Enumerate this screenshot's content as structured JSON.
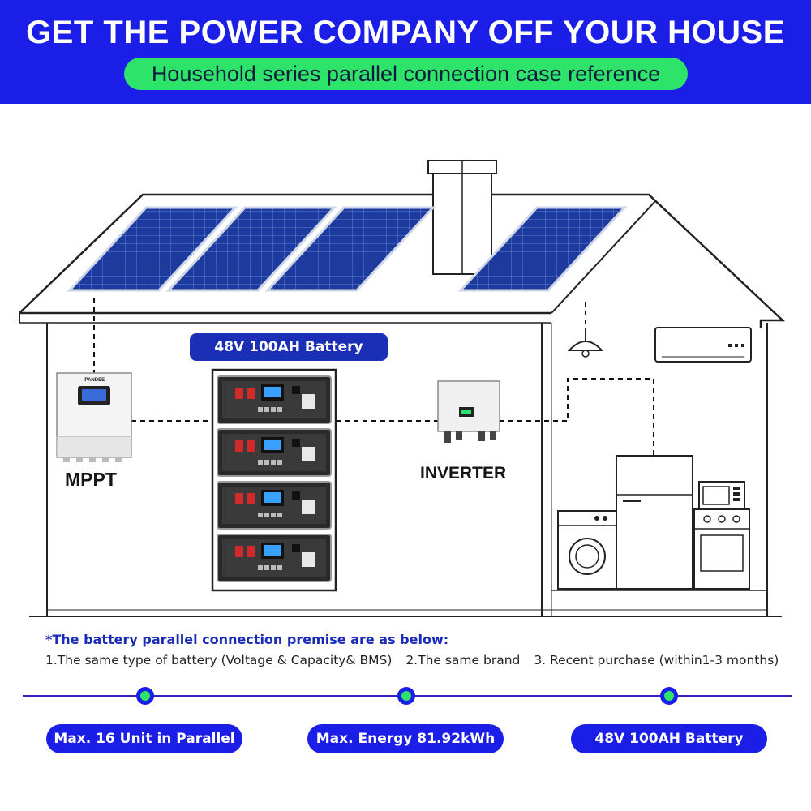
{
  "header": {
    "title": "GET THE POWER COMPANY OFF YOUR HOUSE",
    "subtitle": "Household series parallel connection case reference"
  },
  "diagram": {
    "battery_label": "48V 100AH Battery",
    "mppt_label": "MPPT",
    "mppt_brand": "IPANDEE",
    "inverter_label": "INVERTER"
  },
  "notes": {
    "premise": "*The battery parallel connection premise are as below:",
    "conditions": [
      "1.The same type of battery (Voltage & Capacity& BMS)",
      "2.The same brand",
      "3. Recent purchase (within1-3 months)"
    ]
  },
  "features": [
    {
      "prefix": "Max. ",
      "value": "16",
      "suffix": " Unit in Parallel"
    },
    {
      "prefix": "Max. Energy ",
      "value": "81.92",
      "suffix": "kWh"
    },
    {
      "prefix": "",
      "value": "48V 100AH",
      "suffix": " Battery"
    }
  ],
  "colors": {
    "header_blue": "#1a1ee6",
    "accent_green": "#2ee36a",
    "panel_blue": "#1b2c8f"
  }
}
